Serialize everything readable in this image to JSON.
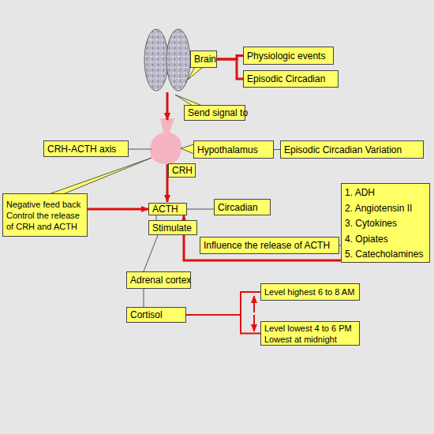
{
  "diagram": {
    "nodes": [
      {
        "text": [
          "Brain"
        ]
      },
      {
        "text": [
          "Physiologic events"
        ]
      },
      {
        "text": [
          "Episodic Circadian"
        ]
      },
      {
        "text": [
          "Send signal to"
        ]
      },
      {
        "text": [
          "CRH-ACTH axis"
        ]
      },
      {
        "text": [
          "Hypothalamus"
        ]
      },
      {
        "text": [
          "Episodic Circadian Variation"
        ]
      },
      {
        "text": [
          "CRH"
        ]
      },
      {
        "text": [
          "Negative feed back Control the release of CRH and ACTH"
        ]
      },
      {
        "text": [
          "ACTH"
        ]
      },
      {
        "text": [
          "Circadian"
        ]
      },
      {
        "text": [
          "Stimulate"
        ]
      },
      {
        "text": [
          "Influence the release of ACTH"
        ]
      },
      {
        "text": [
          "1. ADH",
          "2. Angiotensin II",
          "3. Cytokines",
          "4. Opiates",
          "5. Catecholamines"
        ]
      },
      {
        "text": [
          "Adrenal cortex"
        ]
      },
      {
        "text": [
          "Cortisol"
        ]
      },
      {
        "text": [
          "Level highest 6 to 8 AM"
        ]
      },
      {
        "text": [
          "Level lowest 4 to 6 PM Lowest at midnight"
        ]
      }
    ],
    "edges": [
      {
        "from": 0,
        "to": 1,
        "arrow": "none"
      },
      {
        "from": 0,
        "to": 2,
        "arrow": "none"
      },
      {
        "from": 5,
        "to": 6,
        "arrow": "none"
      },
      {
        "from": 8,
        "to": 9,
        "arrow": "to"
      },
      {
        "from": 10,
        "to": 9,
        "arrow": "none"
      },
      {
        "from": 9,
        "to": 11,
        "arrow": "none"
      },
      {
        "from": 11,
        "to": 14,
        "arrow": "none"
      },
      {
        "from": 14,
        "to": 15,
        "arrow": "none"
      },
      {
        "from": 13,
        "to": 12,
        "arrow": "none"
      },
      {
        "from": 13,
        "to": 9,
        "arrow": "to"
      },
      {
        "from": 15,
        "to": 16,
        "arrow": "none"
      },
      {
        "from": 15,
        "to": 17,
        "arrow": "none"
      }
    ]
  }
}
